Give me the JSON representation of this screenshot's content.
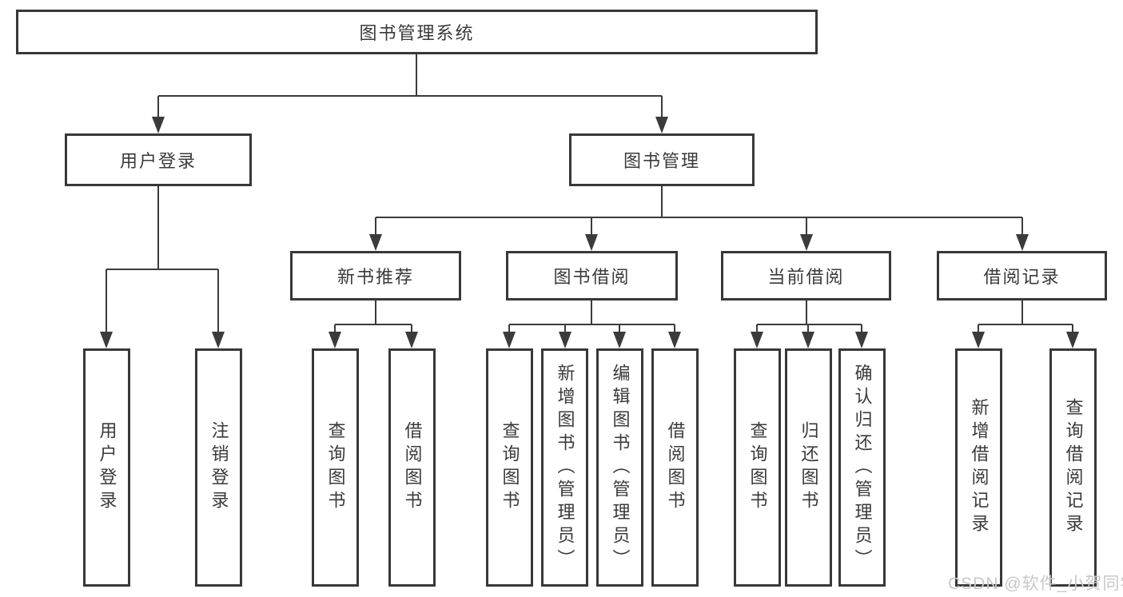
{
  "tree": {
    "label": "图书管理系统",
    "children": [
      {
        "label": "用户登录",
        "children": [
          {
            "label": "用户登录"
          },
          {
            "label": "注销登录"
          }
        ]
      },
      {
        "label": "图书管理",
        "children": [
          {
            "label": "新书推荐",
            "children": [
              {
                "label": "查询图书"
              },
              {
                "label": "借阅图书"
              }
            ]
          },
          {
            "label": "图书借阅",
            "children": [
              {
                "label": "查询图书"
              },
              {
                "label": "新增图书（管理员）"
              },
              {
                "label": "编辑图书（管理员）"
              },
              {
                "label": "借阅图书"
              }
            ]
          },
          {
            "label": "当前借阅",
            "children": [
              {
                "label": "查询图书"
              },
              {
                "label": "归还图书"
              },
              {
                "label": "确认归还（管理员）"
              }
            ]
          },
          {
            "label": "借阅记录",
            "children": [
              {
                "label": "新增借阅记录"
              },
              {
                "label": "查询借阅记录"
              }
            ]
          }
        ]
      }
    ]
  },
  "watermark": "CSDN @软件_小贺同学",
  "colors": {
    "line": "#3b3b3b",
    "box_border": "#383838",
    "text": "#3a3a3a",
    "background": "#ffffff",
    "watermark": "#c8c8c8"
  }
}
